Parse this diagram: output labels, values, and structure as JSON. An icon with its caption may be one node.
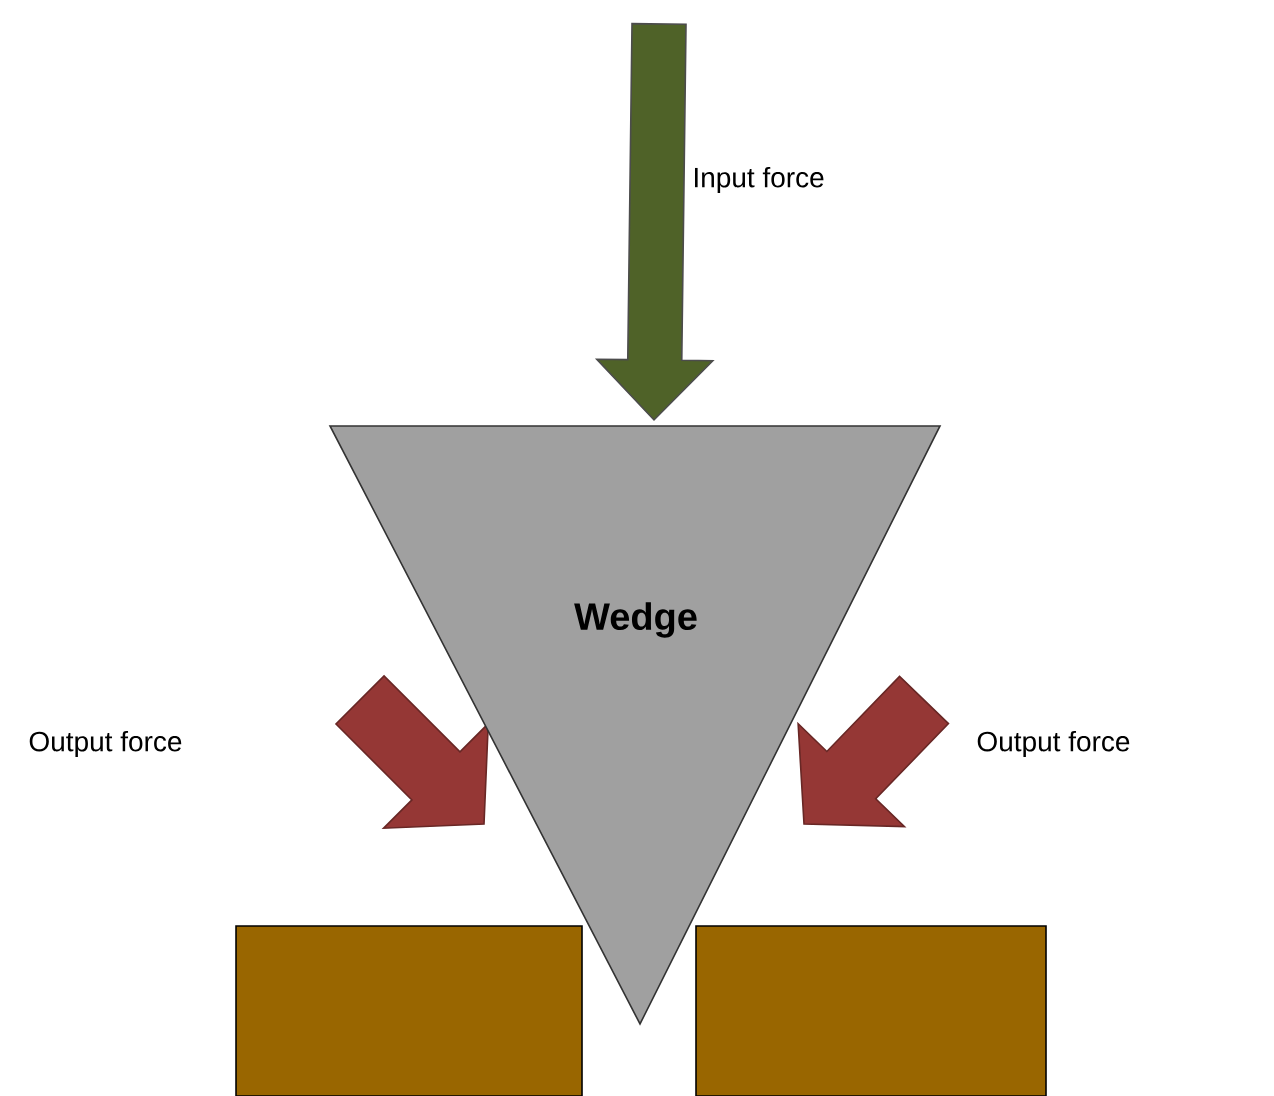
{
  "diagram": {
    "nodes": [
      {
        "text": [
          "Wedge"
        ]
      },
      {
        "text": [],
        "shape": "box"
      },
      {
        "text": [],
        "shape": "box"
      }
    ],
    "labels": [
      "Input force",
      "Output force",
      "Output force"
    ]
  }
}
